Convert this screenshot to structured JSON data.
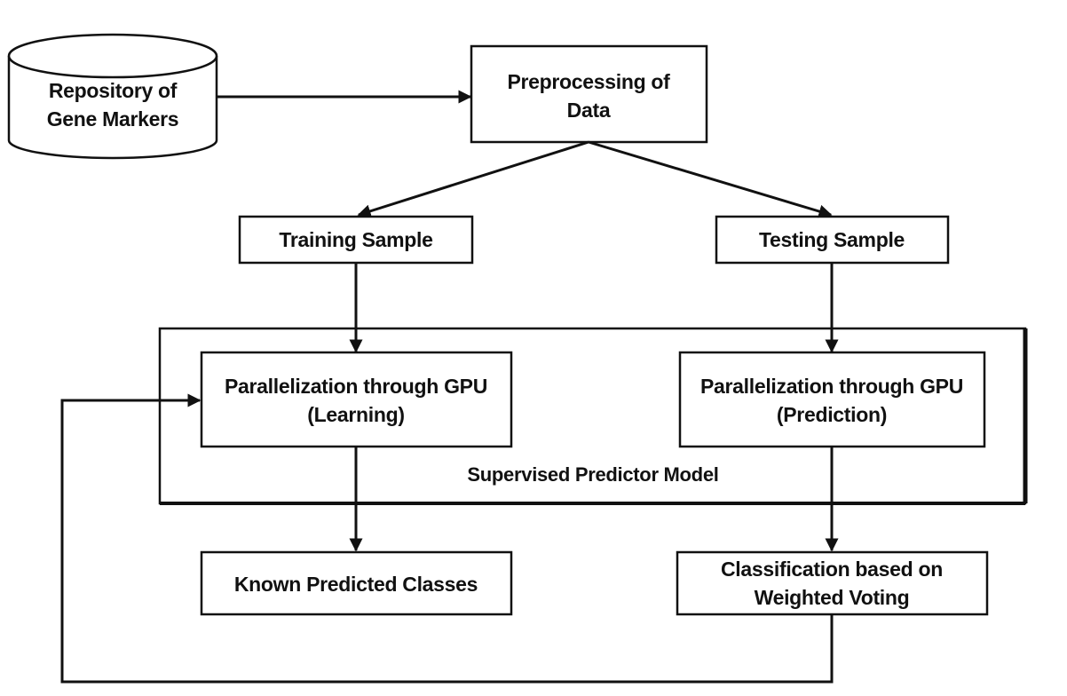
{
  "nodes": {
    "repository": {
      "lines": [
        "Repository of",
        "Gene Markers"
      ]
    },
    "preprocessing": {
      "lines": [
        "Preprocessing of",
        "Data"
      ]
    },
    "training": {
      "lines": [
        "Training Sample"
      ]
    },
    "testing": {
      "lines": [
        "Testing Sample"
      ]
    },
    "learning": {
      "lines": [
        "Parallelization through GPU",
        "(Learning)"
      ]
    },
    "prediction": {
      "lines": [
        "Parallelization through GPU",
        "(Prediction)"
      ]
    },
    "known_classes": {
      "lines": [
        "Known Predicted Classes"
      ]
    },
    "classification": {
      "lines": [
        "Classification based on",
        "Weighted Voting"
      ]
    }
  },
  "container": {
    "label": "Supervised Predictor Model"
  },
  "edges": [
    {
      "from": "repository",
      "to": "preprocessing"
    },
    {
      "from": "preprocessing",
      "to": "training"
    },
    {
      "from": "preprocessing",
      "to": "testing"
    },
    {
      "from": "training",
      "to": "learning"
    },
    {
      "from": "testing",
      "to": "prediction"
    },
    {
      "from": "learning",
      "to": "known_classes"
    },
    {
      "from": "prediction",
      "to": "classification"
    },
    {
      "from": "classification",
      "to": "learning"
    }
  ],
  "colors": {
    "stroke": "#111111",
    "background": "#ffffff",
    "text": "#111111"
  }
}
